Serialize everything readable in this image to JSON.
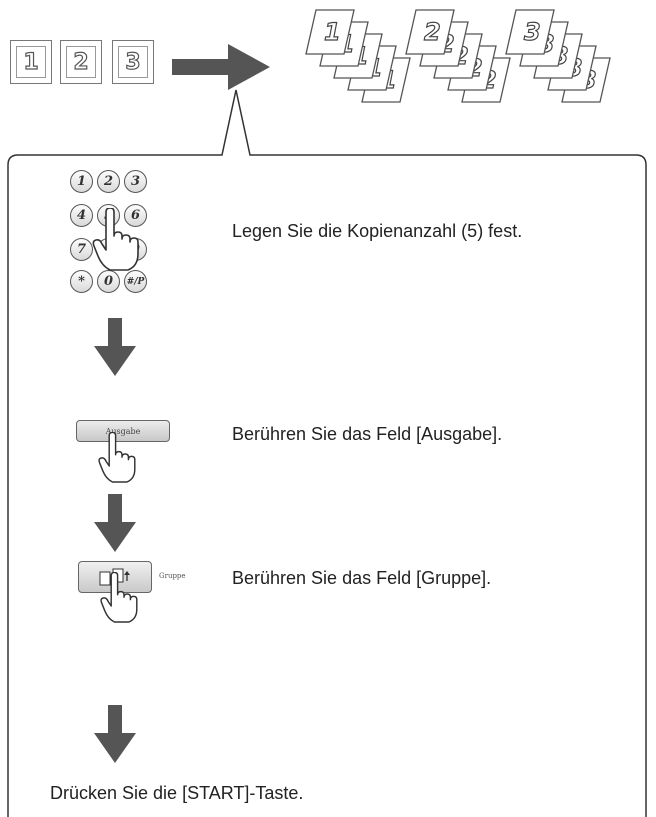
{
  "originals": [
    "1",
    "2",
    "3"
  ],
  "copy_sets": [
    {
      "label": "1",
      "count": 5
    },
    {
      "label": "2",
      "count": 5
    },
    {
      "label": "3",
      "count": 5
    }
  ],
  "keypad": {
    "keys": [
      "1",
      "2",
      "3",
      "4",
      "5",
      "6",
      "7",
      "8",
      "9",
      "*",
      "0",
      "#/P"
    ],
    "pressed_key": "5"
  },
  "steps": {
    "step1": "Legen Sie die Kopienanzahl (5) fest.",
    "step2": "Berühren Sie das Feld [Ausgabe].",
    "step3": "Berühren Sie das Feld [Gruppe].",
    "step4": "Drücken Sie die [START]-Taste."
  },
  "ui": {
    "ausgabe_button_label": "Ausgabe",
    "gruppe_label": "Gruppe"
  },
  "colors": {
    "arrow": "#555555",
    "border": "#444444"
  }
}
